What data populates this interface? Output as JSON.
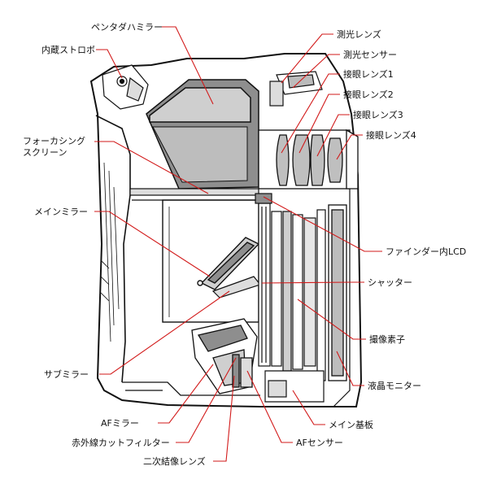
{
  "colors": {
    "leader": "#d21a1a",
    "outline": "#111111",
    "fill_gray": "#8e8e8e",
    "fill_light": "#cfcfcf"
  },
  "labels": {
    "pentaprism": "ペンタダハミラー",
    "metering_lens": "測光レンズ",
    "builtin_flash": "内蔵ストロボ",
    "metering_sensor": "測光センサー",
    "eyepiece_1": "接眼レンズ1",
    "eyepiece_2": "接眼レンズ2",
    "eyepiece_3": "接眼レンズ3",
    "eyepiece_4": "接眼レンズ4",
    "focusing_screen_1": "フォーカシング",
    "focusing_screen_2": "スクリーン",
    "main_mirror": "メインミラー",
    "finder_lcd": "ファインダー内LCD",
    "shutter": "シャッター",
    "image_sensor": "撮像素子",
    "sub_mirror": "サブミラー",
    "lcd_monitor": "液晶モニター",
    "af_mirror": "AFミラー",
    "main_board": "メイン基板",
    "ir_cut_filter": "赤外線カットフィルター",
    "af_sensor": "AFセンサー",
    "secondary_lens": "二次結像レンズ"
  }
}
